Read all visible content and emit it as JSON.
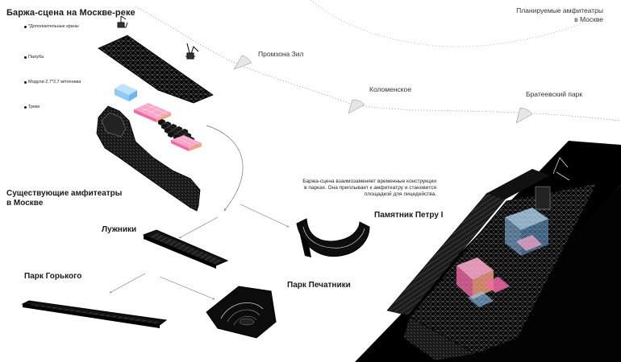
{
  "header": {
    "title": "Баржа-сцена на Москве-реке",
    "planned_line1": "Планируемые амфитеатры",
    "planned_line2": "в Москве"
  },
  "legend": {
    "items": [
      {
        "label": "*Дополнительные краны"
      },
      {
        "label": "Палуба"
      },
      {
        "label": "Модули 2,7*2,7 м/техника"
      },
      {
        "label": "Трюм"
      }
    ]
  },
  "planned_sites": [
    {
      "label": "Промзона Зил"
    },
    {
      "label": "Коломенское"
    },
    {
      "label": "Братеевский парк"
    }
  ],
  "existing": {
    "heading_line1": "Существующие амфитеатры",
    "heading_line2": "в Москве",
    "sites": [
      {
        "label": "Лужники"
      },
      {
        "label": "Парк Горького"
      },
      {
        "label": "Парк Печатники"
      },
      {
        "label": "Памятник Петру I"
      }
    ]
  },
  "description": {
    "line1": "Баржа-сцена взаимозаменяет временные конструкции",
    "line2": "в парках. Она приплывает к амфитеатру и становится",
    "line3": "площадкой для лицедейства."
  },
  "colors": {
    "ink": "#111111",
    "module_pink": "#f06aa6",
    "module_orange": "#f7a27a",
    "module_blue": "#8fc9f5"
  }
}
